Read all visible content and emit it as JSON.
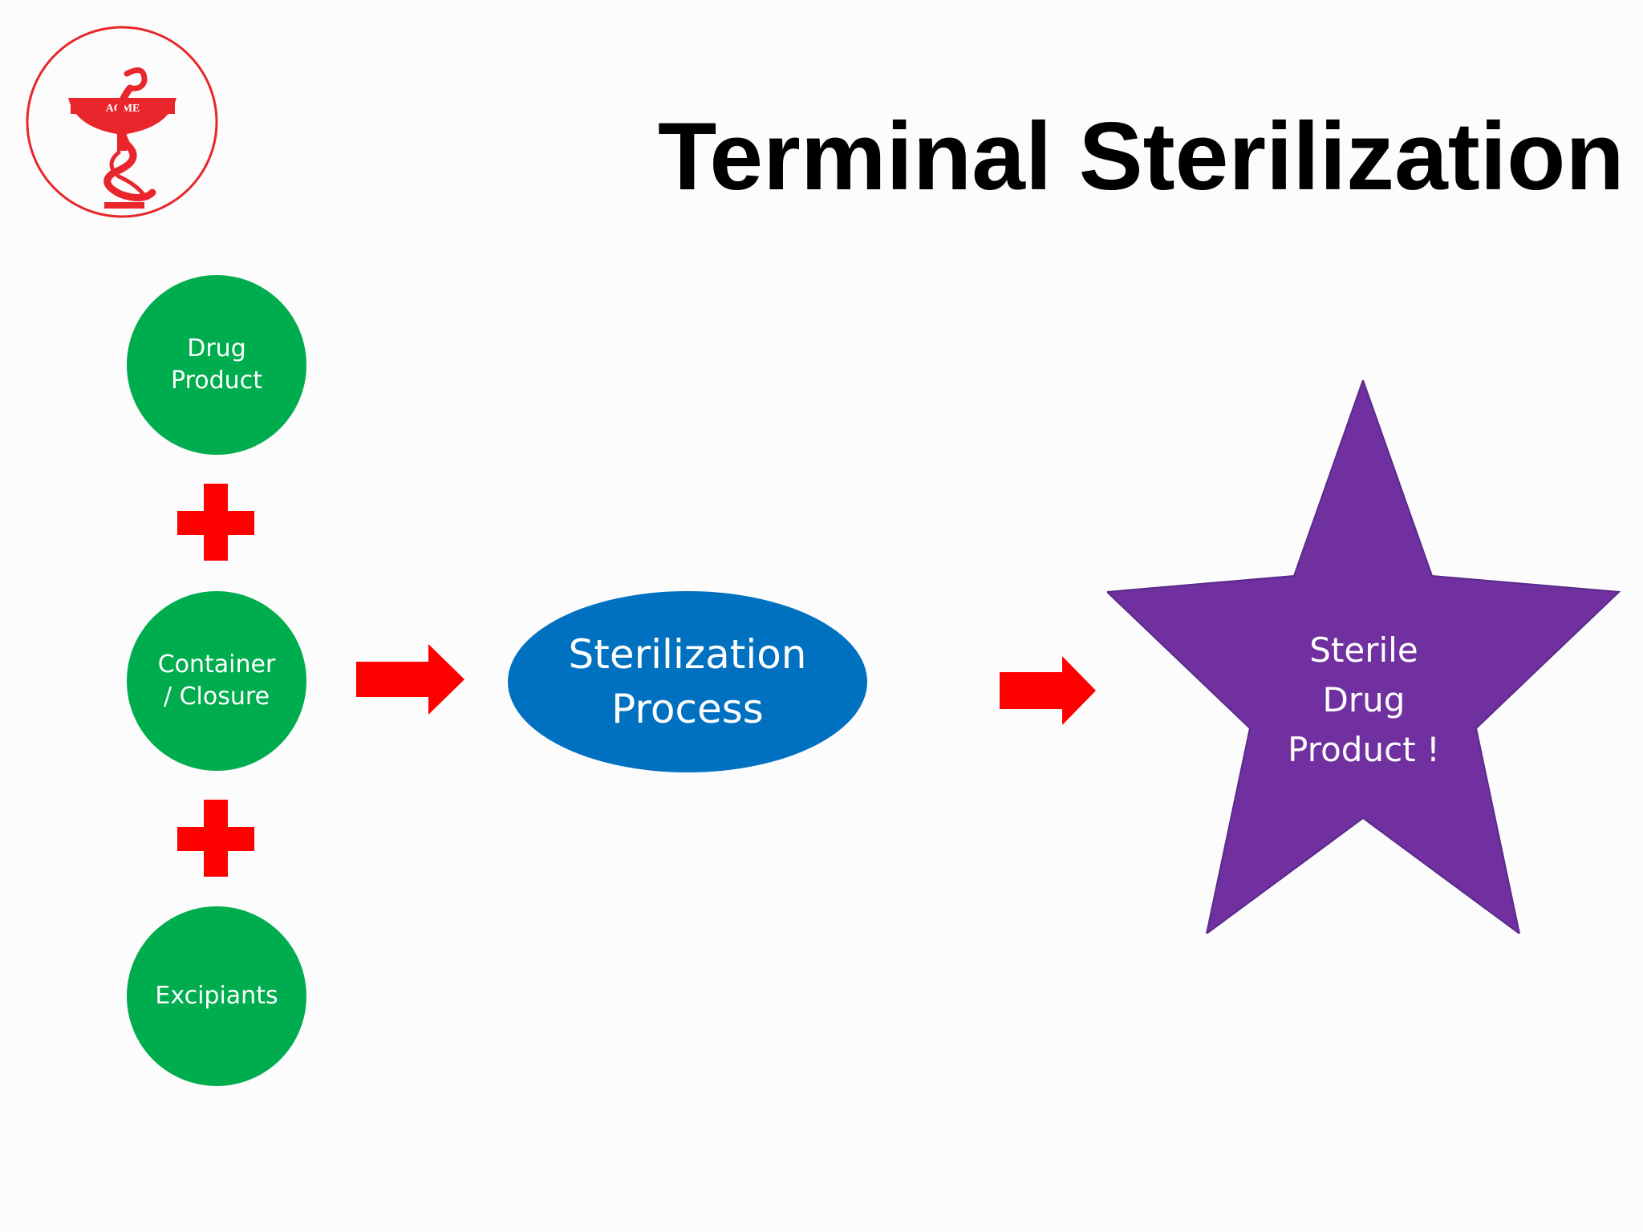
{
  "slide": {
    "title": "Terminal Sterilization",
    "logo_text": "ACME"
  },
  "inputs": [
    {
      "label": "Drug\nProduct"
    },
    {
      "label": "Container\n/ Closure"
    },
    {
      "label": "Excipiants"
    }
  ],
  "process": {
    "label": "Sterilization\nProcess"
  },
  "result": {
    "label": "Sterile\nDrug\nProduct !"
  },
  "colors": {
    "input_circle": "#00ad4e",
    "process_ellipse": "#0070c0",
    "result_star": "#7030a0",
    "operator": "#ff0000",
    "logo": "#e8262b",
    "title": "#000000"
  },
  "icons": {
    "logo": "bowl-of-hygieia-icon",
    "plus": "plus-icon",
    "arrow": "arrow-right-icon"
  }
}
